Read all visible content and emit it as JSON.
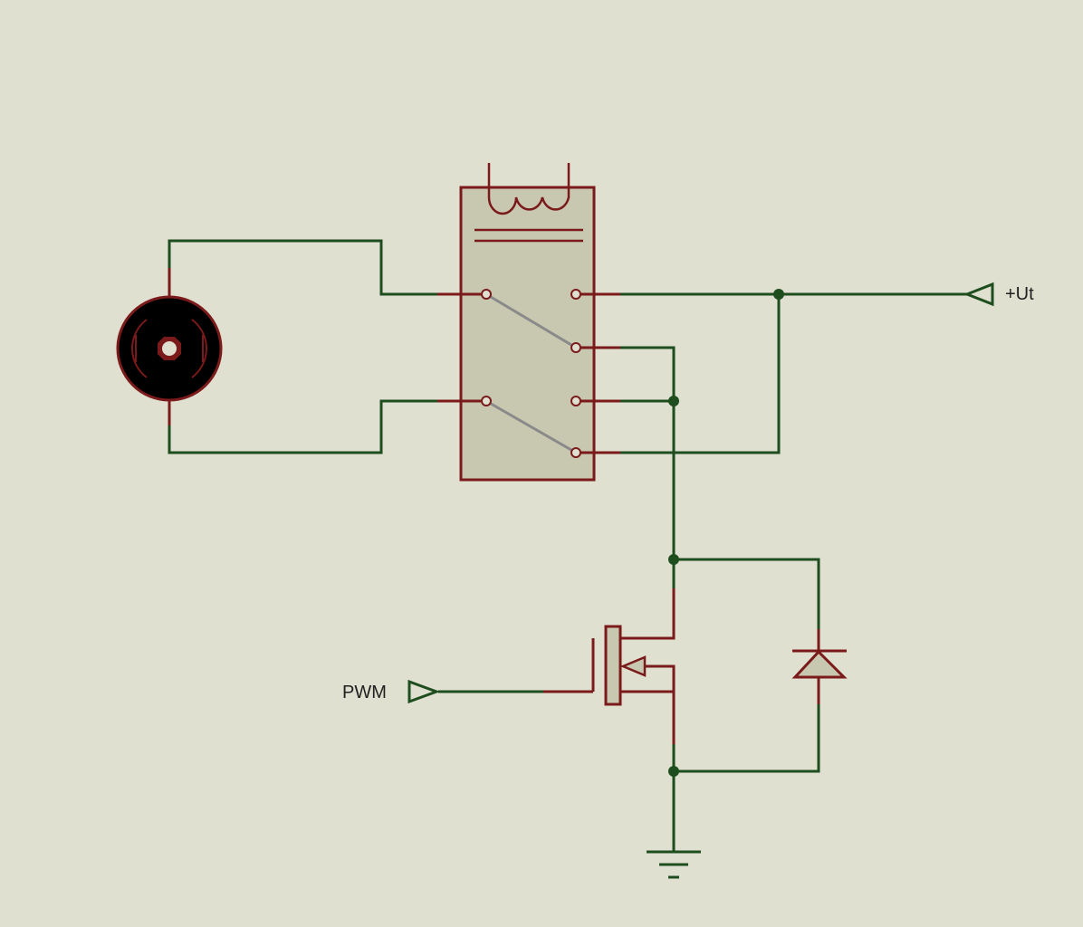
{
  "schematic": {
    "labels": {
      "supply": "+Ut",
      "pwm": "PWM"
    },
    "colors": {
      "background": "#e0e0d1",
      "wire": "#1e4d1e",
      "component": "#7a1a1a",
      "relay_body": "#c8c8b0",
      "switch_blade": "#8a8a8a",
      "text": "#202020"
    },
    "components": [
      "dc-motor",
      "dpdt-relay",
      "n-mosfet",
      "flyback-diode",
      "ground",
      "supply-terminal",
      "pwm-terminal"
    ]
  }
}
